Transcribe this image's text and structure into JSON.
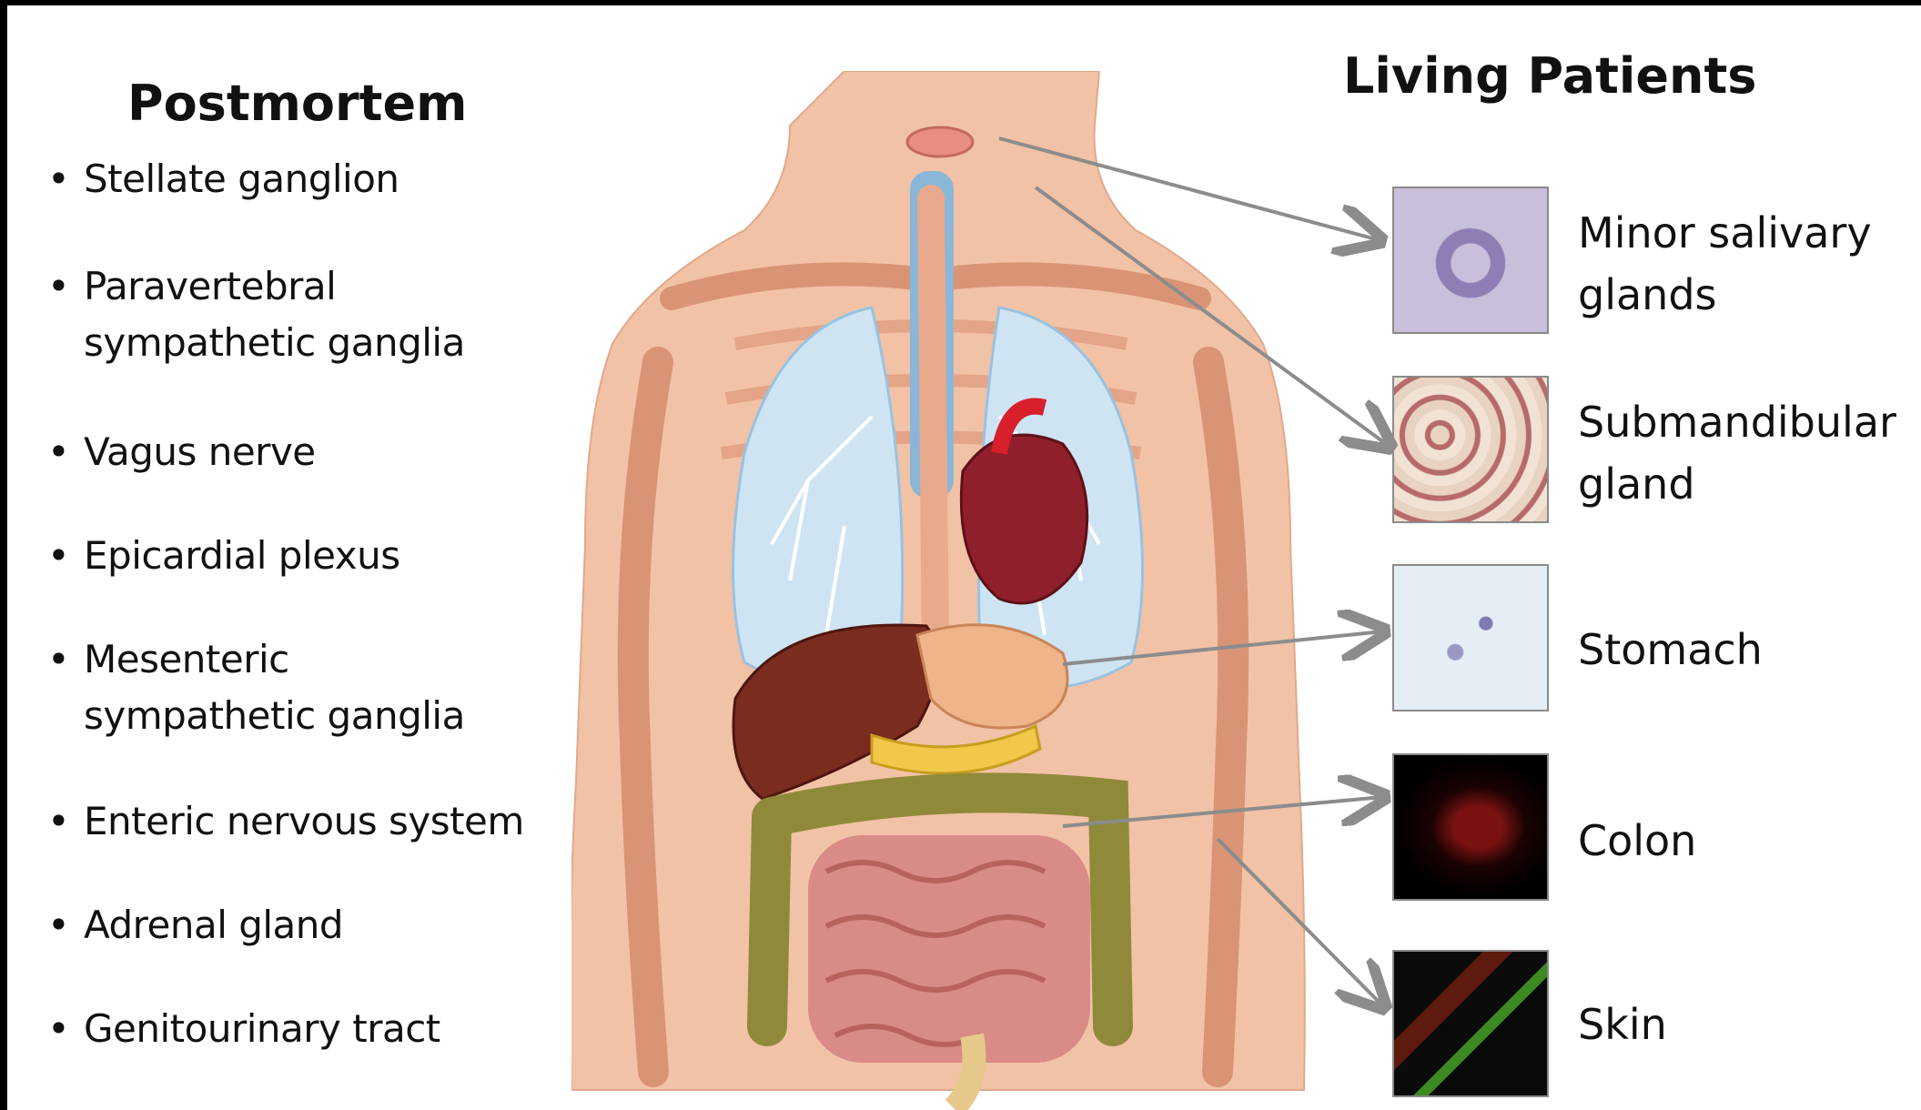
{
  "postmortem": {
    "title": "Postmortem",
    "items": [
      {
        "lines": [
          "Stellate ganglion"
        ]
      },
      {
        "lines": [
          "Paravertebral",
          "sympathetic ganglia"
        ]
      },
      {
        "lines": [
          "Vagus nerve"
        ]
      },
      {
        "lines": [
          "Epicardial plexus"
        ]
      },
      {
        "lines": [
          "Mesenteric",
          "sympathetic ganglia"
        ]
      },
      {
        "lines": [
          "Enteric nervous system"
        ]
      },
      {
        "lines": [
          "Adrenal gland"
        ]
      },
      {
        "lines": [
          "Genitourinary tract"
        ]
      }
    ]
  },
  "living_patients": {
    "title": "Living Patients",
    "items": [
      {
        "lines": [
          "Minor salivary",
          "glands"
        ],
        "icon": "salivary-gland-micrograph"
      },
      {
        "lines": [
          "Submandibular",
          "gland"
        ],
        "icon": "submandibular-gland-micrograph"
      },
      {
        "lines": [
          "Stomach"
        ],
        "icon": "stomach-micrograph"
      },
      {
        "lines": [
          "Colon"
        ],
        "icon": "colon-fluorescence-micrograph"
      },
      {
        "lines": [
          "Skin"
        ],
        "icon": "skin-fluorescence-micrograph"
      }
    ]
  },
  "colors": {
    "skin": "#f2c2a6",
    "skin_dark": "#d99475",
    "lung": "#cfe4f2",
    "heart": "#8e1f2b",
    "liver": "#7a2c1e",
    "stomach": "#f0b48a",
    "intestine": "#d98b88",
    "colon": "#8f8a3a",
    "arrow": "#8c8c8c"
  }
}
